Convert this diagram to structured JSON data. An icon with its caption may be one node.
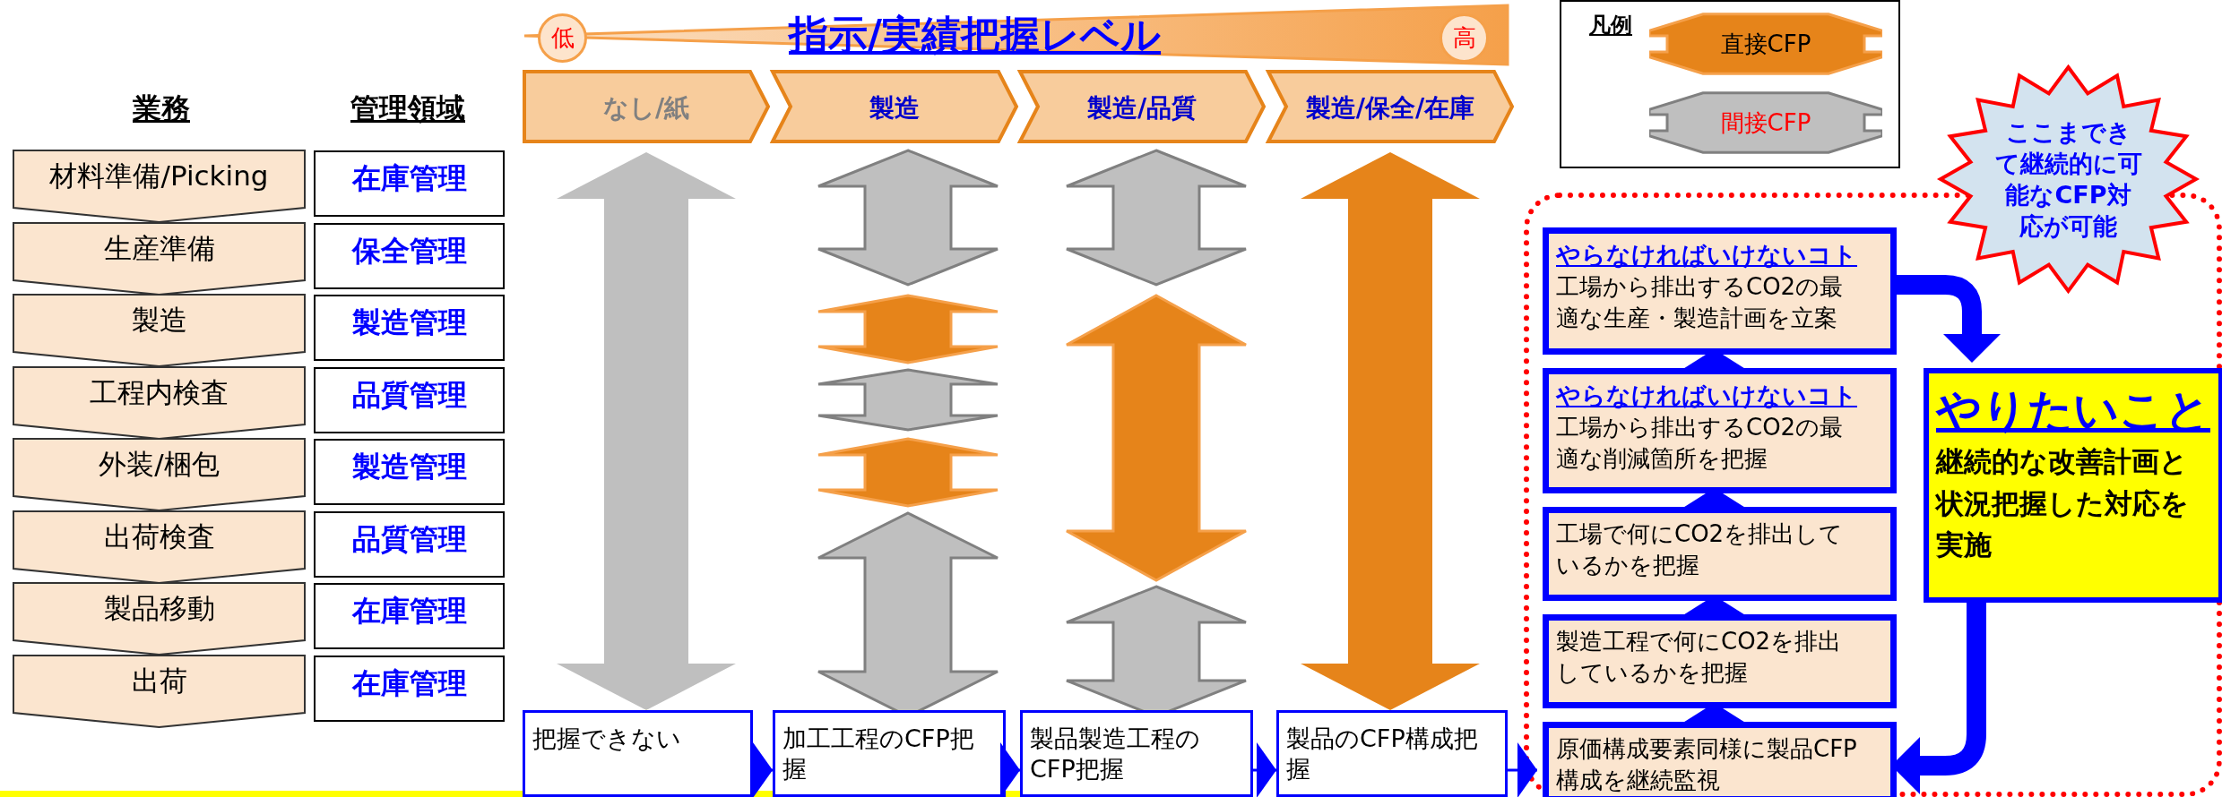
{
  "diagram": {
    "title": "指示/実績把握レベル",
    "nodes": [
      {
        "text": [
          "低"
        ]
      },
      {
        "text": [
          "高"
        ]
      },
      {
        "text": [
          "なし/紙"
        ]
      },
      {
        "text": [
          "製造"
        ]
      },
      {
        "text": [
          "製造/品質"
        ]
      },
      {
        "text": [
          "製造/保全/在庫"
        ]
      },
      {
        "text": [
          "材料準備/Picking"
        ]
      },
      {
        "text": [
          "生産準備"
        ]
      },
      {
        "text": [
          "製造"
        ]
      },
      {
        "text": [
          "工程内検査"
        ]
      },
      {
        "text": [
          "外装/梱包"
        ]
      },
      {
        "text": [
          "出荷検査"
        ]
      },
      {
        "text": [
          "製品移動"
        ]
      },
      {
        "text": [
          "出荷"
        ]
      },
      {
        "text": [
          "在庫管理"
        ]
      },
      {
        "text": [
          "保全管理"
        ]
      },
      {
        "text": [
          "製造管理"
        ]
      },
      {
        "text": [
          "品質管理"
        ]
      },
      {
        "text": [
          "製造管理"
        ]
      },
      {
        "text": [
          "品質管理"
        ]
      },
      {
        "text": [
          "在庫管理"
        ]
      },
      {
        "text": [
          "在庫管理"
        ]
      },
      {
        "text": [
          "把握できない"
        ]
      },
      {
        "text": [
          "加工工程のCFP把握"
        ]
      },
      {
        "text": [
          "製品製造工程のCFP把握"
        ]
      },
      {
        "text": [
          "製品のCFP構成把握"
        ]
      },
      {
        "text": [],
        "shape": "box"
      },
      {
        "text": [
          "やらなければいけないコト",
          "工場から排出するCO2の最適な生産・製造計画を立案"
        ],
        "in": 26
      },
      {
        "text": [
          "やらなければいけないコト",
          "工場から排出するCO2の最適な削減箇所を把握"
        ],
        "in": 26
      },
      {
        "text": [
          "工場で何にCO2を排出しているかを把握"
        ],
        "in": 26
      },
      {
        "text": [
          "製造工程で何にCO2を排出しているかを把握"
        ],
        "in": 26
      },
      {
        "text": [
          "原価構成要素同様に製品CFP構成を継続監視"
        ],
        "in": 26
      },
      {
        "text": [
          "やりたいこと",
          "**継続的**な改善計画と状況把握した**対応を実施**"
        ],
        "in": 26
      },
      {
        "text": [
          "ここまできて継続的に可能なCFP対応が可能"
        ]
      }
    ],
    "edges": [
      {
        "from": 22,
        "to": 23,
        "arrow": "to"
      },
      {
        "from": 23,
        "to": 24,
        "arrow": "to"
      },
      {
        "from": 24,
        "to": 25,
        "arrow": "to"
      },
      {
        "from": 25,
        "to": 31,
        "arrow": "to"
      },
      {
        "from": 31,
        "to": 30,
        "arrow": "to"
      },
      {
        "from": 30,
        "to": 29,
        "arrow": "to"
      },
      {
        "from": 29,
        "to": 28,
        "arrow": "to"
      },
      {
        "from": 28,
        "to": 27,
        "arrow": "to"
      },
      {
        "from": 27,
        "to": 32,
        "arrow": "to",
        "style": "thick"
      },
      {
        "from": 32,
        "to": 31,
        "arrow": "to",
        "style": "thick"
      },
      {
        "from": 2,
        "to": 22,
        "arrow": "both",
        "style": "thick",
        "color": "#bfbfbf"
      },
      {
        "from": 5,
        "to": 25,
        "arrow": "both",
        "style": "thick",
        "color": "#e6841a"
      }
    ],
    "labels": [
      "業務",
      "管理領域",
      "凡例"
    ],
    "legend": [
      {
        "text": "直接CFP",
        "color": "#e6841a"
      },
      {
        "text": "間接CFP",
        "color": "#bfbfbf"
      }
    ]
  }
}
